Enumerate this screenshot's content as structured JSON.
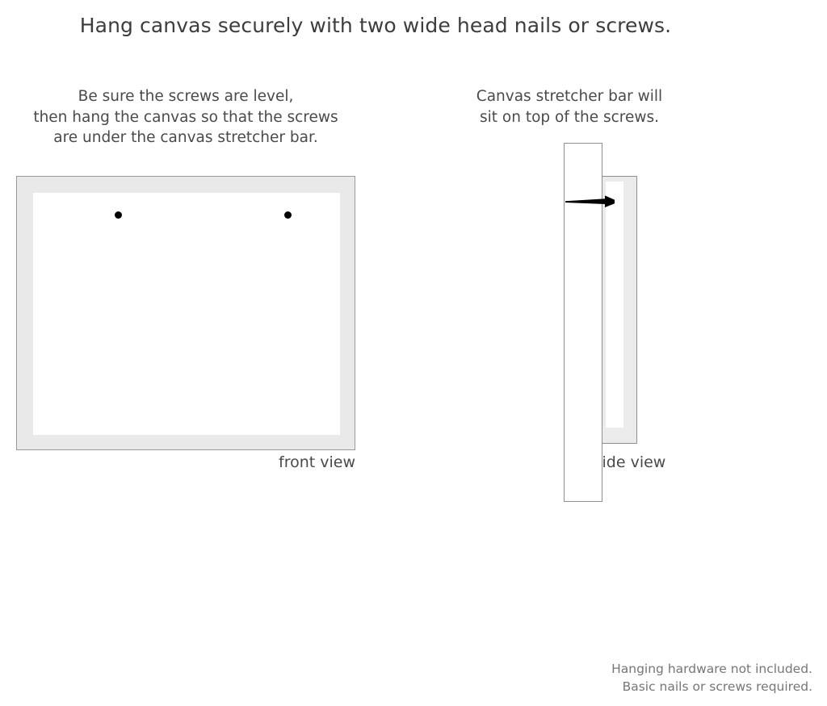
{
  "headline": "Hang canvas securely with two wide head nails or screws.",
  "front_panel": {
    "caption_lines": [
      "Be sure the screws are level,",
      "then hang the canvas so that the screws",
      "are under the canvas stretcher bar."
    ],
    "view_label": "front view",
    "screw_count": 2
  },
  "side_panel": {
    "caption_lines": [
      "Canvas stretcher bar will",
      "sit on top of the screws."
    ],
    "view_label": "side view",
    "screw_count": 1
  },
  "footer_note_lines": [
    "Hanging hardware not included.",
    "Basic nails or screws required."
  ],
  "colors": {
    "background": "#ffffff",
    "text": "#4a4a4a",
    "headline_text": "#3d3d3d",
    "footer_text": "#767676",
    "canvas_fill": "#e9e9e9",
    "stretcher_fill": "#ebebeb",
    "outline": "#8f8f8f",
    "screw": "#000000",
    "inner_fill": "#ffffff"
  },
  "icons": {
    "screw_head_front": "screw-head-dot-icon",
    "screw_side": "screw-side-profile-icon"
  }
}
